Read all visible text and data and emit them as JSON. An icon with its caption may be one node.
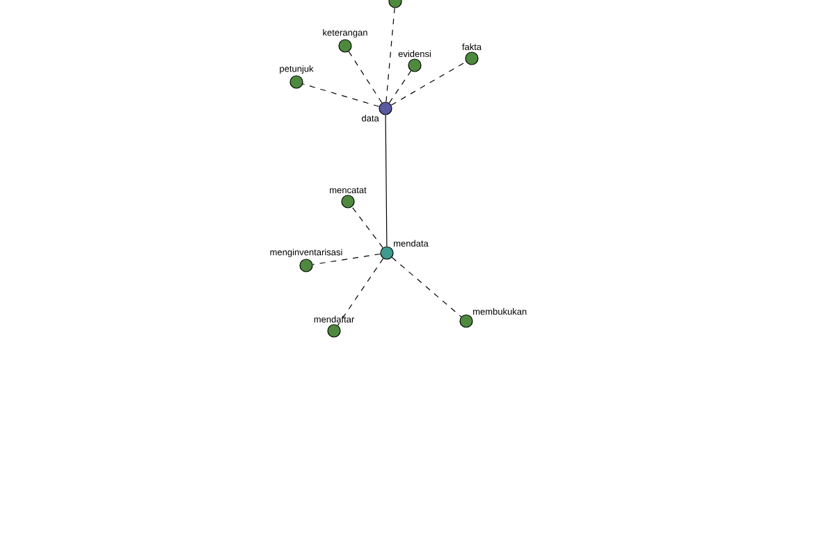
{
  "diagram": {
    "nodes": [
      {
        "text": [
          "data"
        ]
      },
      {
        "text": [],
        "shape": "circle"
      },
      {
        "text": [
          "keterangan"
        ]
      },
      {
        "text": [
          "evidensi"
        ]
      },
      {
        "text": [
          "fakta"
        ]
      },
      {
        "text": [
          "petunjuk"
        ]
      },
      {
        "text": [
          "mendata"
        ]
      },
      {
        "text": [
          "mencatat"
        ]
      },
      {
        "text": [
          "menginventarisasi"
        ]
      },
      {
        "text": [
          "mendaftar"
        ]
      },
      {
        "text": [
          "membukukan"
        ]
      }
    ],
    "edges": [
      {
        "from": 0,
        "to": 1,
        "arrow": "none",
        "style": "dashed"
      },
      {
        "from": 0,
        "to": 2,
        "arrow": "none",
        "style": "dashed"
      },
      {
        "from": 0,
        "to": 3,
        "arrow": "none",
        "style": "dashed"
      },
      {
        "from": 0,
        "to": 4,
        "arrow": "none",
        "style": "dashed"
      },
      {
        "from": 0,
        "to": 5,
        "arrow": "none",
        "style": "dashed"
      },
      {
        "from": 0,
        "to": 6,
        "arrow": "none"
      },
      {
        "from": 6,
        "to": 7,
        "arrow": "none",
        "style": "dashed"
      },
      {
        "from": 6,
        "to": 8,
        "arrow": "none",
        "style": "dashed"
      },
      {
        "from": 6,
        "to": 9,
        "arrow": "none",
        "style": "dashed"
      },
      {
        "from": 6,
        "to": 10,
        "arrow": "none",
        "style": "dashed"
      }
    ]
  }
}
